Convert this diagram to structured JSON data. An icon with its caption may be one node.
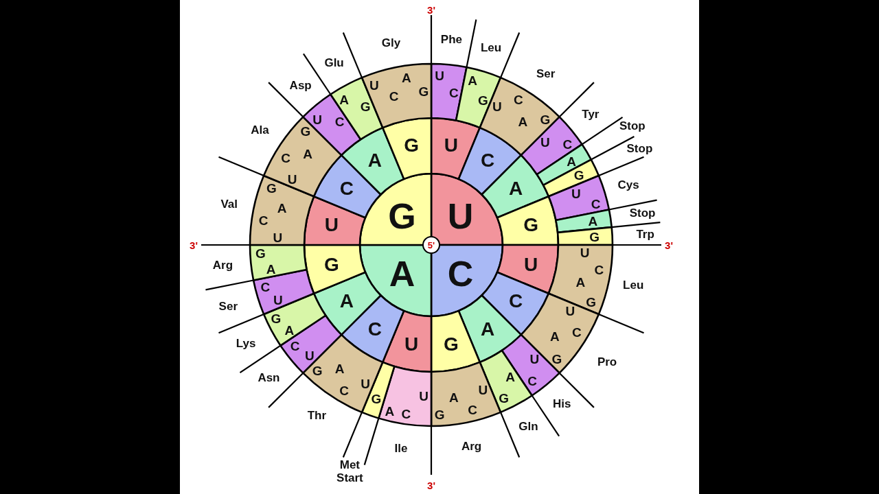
{
  "diagram": {
    "nodes": [
      {
        "text": [
          "5'"
        ]
      },
      {
        "text": [
          "U"
        ]
      },
      {
        "text": [
          "C"
        ]
      },
      {
        "text": [
          "A"
        ]
      },
      {
        "text": [
          "G"
        ]
      },
      {
        "text": [
          "U"
        ]
      },
      {
        "text": [
          "C"
        ]
      },
      {
        "text": [
          "A"
        ]
      },
      {
        "text": [
          "G"
        ]
      },
      {
        "text": [
          "U"
        ]
      },
      {
        "text": [
          "C"
        ]
      },
      {
        "text": [
          "A"
        ]
      },
      {
        "text": [
          "G"
        ]
      },
      {
        "text": [
          "U"
        ]
      },
      {
        "text": [
          "C"
        ]
      },
      {
        "text": [
          "A"
        ]
      },
      {
        "text": [
          "G"
        ]
      },
      {
        "text": [
          "U"
        ]
      },
      {
        "text": [
          "C"
        ]
      },
      {
        "text": [
          "A"
        ]
      },
      {
        "text": [
          "G"
        ]
      },
      {
        "text": [
          "U",
          "C"
        ],
        "beside": [
          "Phe"
        ]
      },
      {
        "text": [
          "A",
          "G"
        ],
        "beside": [
          "Leu"
        ]
      },
      {
        "text": [
          "U",
          "C",
          "A",
          "G"
        ],
        "beside": [
          "Ser"
        ]
      },
      {
        "text": [
          "U",
          "C"
        ],
        "beside": [
          "Tyr"
        ]
      },
      {
        "text": [
          "A"
        ],
        "beside": [
          "Stop"
        ]
      },
      {
        "text": [
          "G"
        ],
        "beside": [
          "Stop"
        ]
      },
      {
        "text": [
          "U",
          "C"
        ],
        "beside": [
          "Cys"
        ]
      },
      {
        "text": [
          "A"
        ],
        "beside": [
          "Stop"
        ]
      },
      {
        "text": [
          "G"
        ],
        "beside": [
          "Trp"
        ]
      },
      {
        "text": [
          "U",
          "C",
          "A",
          "G"
        ],
        "beside": [
          "Leu"
        ]
      },
      {
        "text": [
          "U",
          "C",
          "A",
          "G"
        ],
        "beside": [
          "Pro"
        ]
      },
      {
        "text": [
          "U",
          "C"
        ],
        "beside": [
          "His"
        ]
      },
      {
        "text": [
          "A",
          "G"
        ],
        "beside": [
          "Gln"
        ]
      },
      {
        "text": [
          "G",
          "A",
          "C",
          "U"
        ],
        "beside": [
          "Arg"
        ]
      },
      {
        "text": [
          "A",
          "C",
          "U"
        ],
        "beside": [
          "Ile"
        ]
      },
      {
        "text": [
          "G"
        ],
        "beside": [
          "Met Start"
        ]
      },
      {
        "text": [
          "G",
          "A",
          "C",
          "U"
        ],
        "beside": [
          "Thr"
        ]
      },
      {
        "text": [
          "C",
          "U"
        ],
        "beside": [
          "Asn"
        ]
      },
      {
        "text": [
          "G",
          "A"
        ],
        "beside": [
          "Lys"
        ]
      },
      {
        "text": [
          "C",
          "U"
        ],
        "beside": [
          "Ser"
        ]
      },
      {
        "text": [
          "G",
          "A"
        ],
        "beside": [
          "Arg"
        ]
      },
      {
        "text": [
          "G",
          "A",
          "C",
          "U"
        ],
        "beside": [
          "Val"
        ]
      },
      {
        "text": [
          "G",
          "A",
          "C",
          "U"
        ],
        "beside": [
          "Ala"
        ]
      },
      {
        "text": [
          "U",
          "C"
        ],
        "beside": [
          "Asp"
        ]
      },
      {
        "text": [
          "A",
          "G"
        ],
        "beside": [
          "Glu"
        ]
      },
      {
        "text": [
          "U",
          "C",
          "A",
          "G"
        ],
        "beside": [
          "Gly"
        ]
      }
    ],
    "labels": [
      "3'",
      "3'",
      "3'",
      "3'"
    ]
  }
}
